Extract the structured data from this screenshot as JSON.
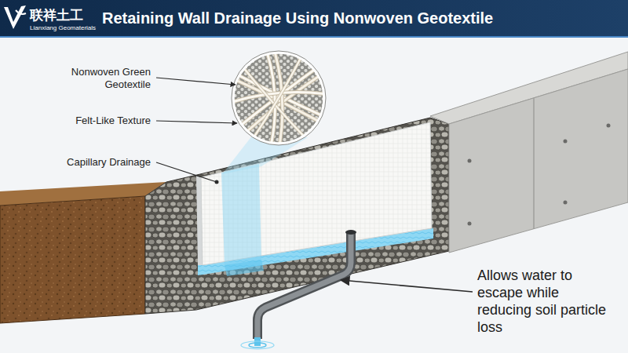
{
  "diagram": {
    "title": "Retaining Wall Drainage Using Nonwoven Geotextile",
    "labels": [
      "联祥土工",
      "Lianxiang Geomaterials",
      "Nonwoven Green Geotextile",
      "Felt-Like Texture",
      "Capillary Drainage",
      "Allows water to escape while reducing soil particle loss"
    ]
  }
}
